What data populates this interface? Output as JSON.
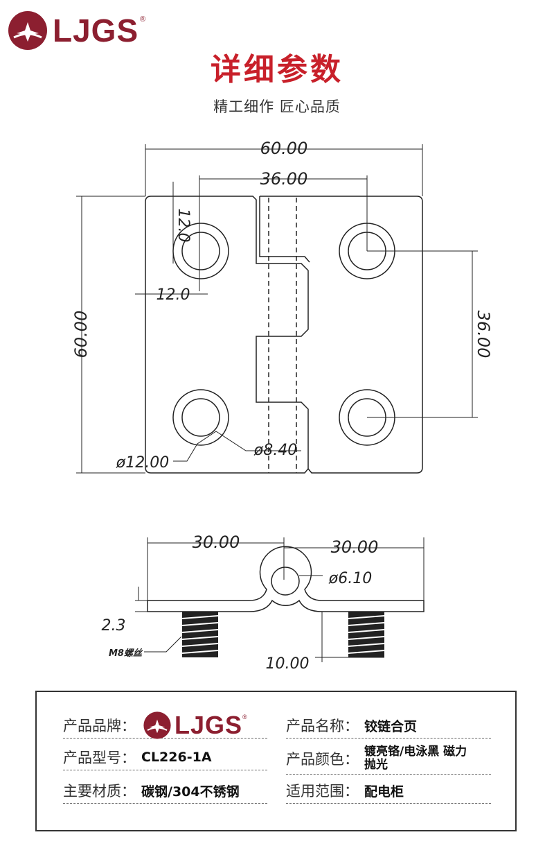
{
  "brand": {
    "logo_text": "LJGS",
    "registered_mark": "®"
  },
  "header": {
    "title": "详细参数",
    "subtitle": "精工细作 匠心品质"
  },
  "drawing": {
    "top_view": {
      "width_dim": "60.00",
      "hole_spacing_h": "36.00",
      "height_dim": "60.00",
      "hole_spacing_v": "36.00",
      "edge_offset_v": "12.0",
      "edge_offset_h": "12.0",
      "outer_dia": "ø12.00",
      "inner_dia": "ø8.40"
    },
    "side_view": {
      "left_dim": "30.00",
      "right_dim": "30.00",
      "pin_dia": "ø6.10",
      "thickness": "2.3",
      "screw_label": "M8螺丝",
      "screw_length": "10.00"
    }
  },
  "specs": {
    "rows": [
      {
        "label": "产品品牌：",
        "value": ""
      },
      {
        "label": "产品名称：",
        "value": "铰链合页"
      },
      {
        "label": "产品型号：",
        "value": "CL226-1A"
      },
      {
        "label": "产品颜色：",
        "value": "镀亮铬/电泳黑 磁力抛光"
      },
      {
        "label": "主要材质：",
        "value": "碳钢/304不锈钢"
      },
      {
        "label": "适用范围：",
        "value": "配电柜"
      }
    ]
  },
  "colors": {
    "brand": "#8c1f30",
    "title_red": "#c8202a",
    "line": "#222222"
  }
}
